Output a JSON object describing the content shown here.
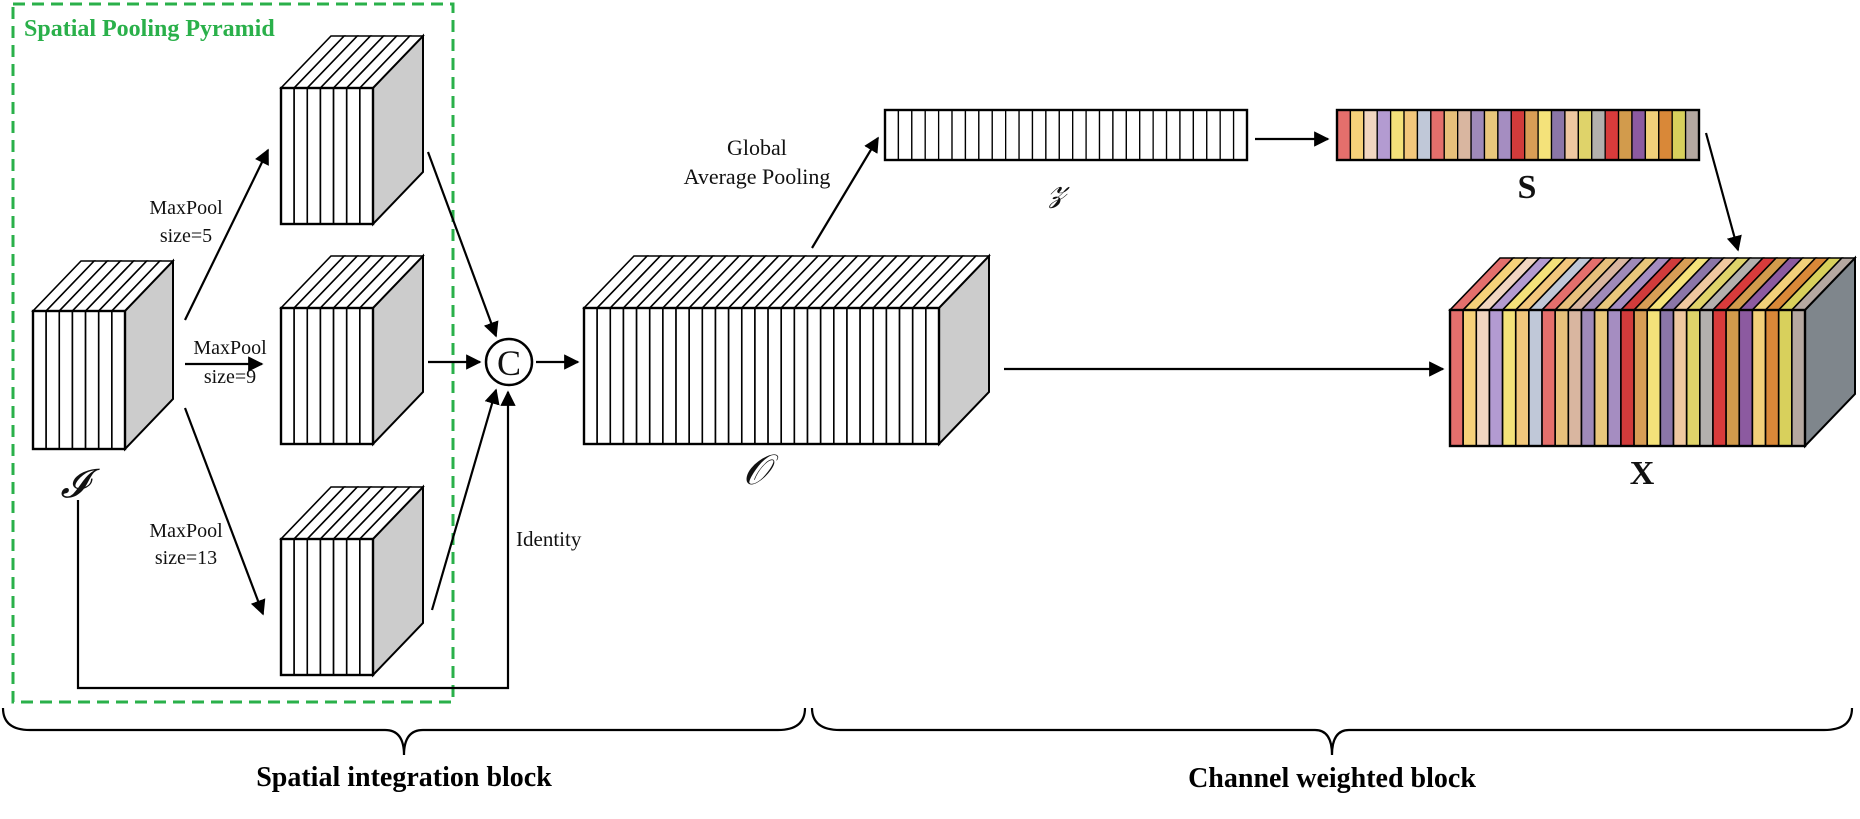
{
  "pyramid": {
    "title": "Spatial Pooling Pyramid",
    "color": "#2ab04a"
  },
  "labels": {
    "maxpool5_line1": "MaxPool",
    "maxpool5_line2": "size=5",
    "maxpool9_line1": "MaxPool",
    "maxpool9_line2": "size=9",
    "maxpool13_line1": "MaxPool",
    "maxpool13_line2": "size=13",
    "identity": "Identity",
    "gap_line1": "Global",
    "gap_line2": "Average Pooling",
    "concat": "C"
  },
  "symbols": {
    "input": "𝓘",
    "output": "𝒪",
    "z": "𝓏",
    "s": "S",
    "x": "X"
  },
  "blocks": {
    "spatial": "Spatial integration block",
    "channel": "Channel weighted block"
  },
  "colors": {
    "side_gray": "#cccccc",
    "x_side": "#7f868c",
    "stripes": [
      "#e46f6c",
      "#f6d27a",
      "#f1d6c0",
      "#b39bd1",
      "#f4e27a",
      "#f2c77c",
      "#c0c8d8",
      "#e46f6c",
      "#e7c07b",
      "#d9b6a0",
      "#9f8ab9",
      "#e9c77c",
      "#a58dc1",
      "#d13b3b",
      "#d89e56",
      "#f4e27a",
      "#8b76a8",
      "#efc8a0",
      "#dfd36a",
      "#b3b0ad",
      "#d83b3b",
      "#d29b4c",
      "#8c5aa0",
      "#f2d07a",
      "#d98838",
      "#d8d05c",
      "#b5a8a0"
    ]
  }
}
